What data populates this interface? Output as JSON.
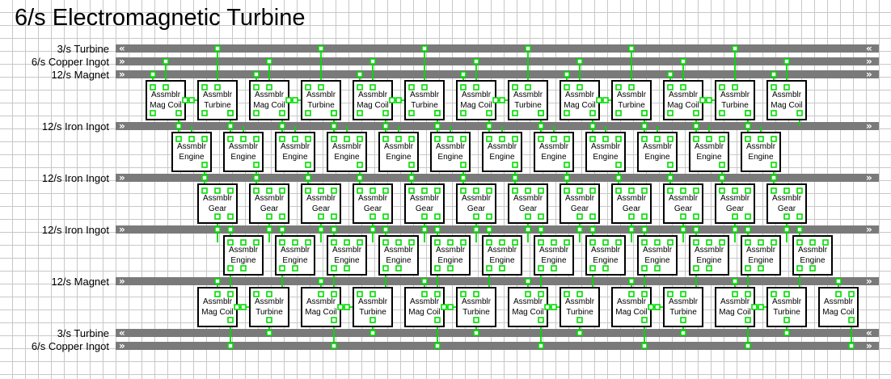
{
  "title": "6/s Electromagnetic Turbine",
  "belt_labels": {
    "turbine_top": "3/s Turbine",
    "copper_top": "6/s Copper Ingot",
    "magnet_top": "12/s Magnet",
    "iron_1": "12/s Iron Ingot",
    "iron_2": "12/s Iron Ingot",
    "iron_3": "12/s Iron Ingot",
    "magnet_bottom": "12/s Magnet",
    "turbine_bottom": "3/s Turbine",
    "copper_bottom": "6/s Copper Ingot"
  },
  "machine_prefix": "Assmblr",
  "recipes": {
    "coil": "Mag Coil",
    "turbine": "Turbine",
    "engine": "Engine",
    "gear": "Gear"
  },
  "colors": {
    "belt": "#7a7a7a",
    "arrow": "#ffffff",
    "inserter": "#00dd00",
    "machine_border": "#000000",
    "grid": "#c8c8c8"
  }
}
